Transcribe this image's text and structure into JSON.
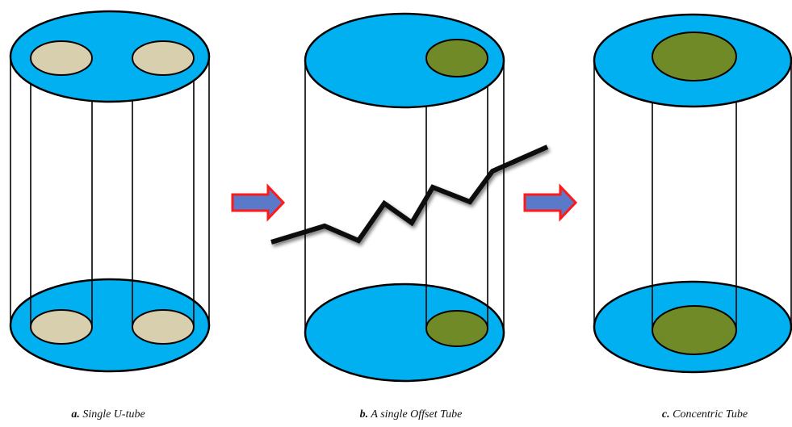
{
  "colors": {
    "cap_fill": "#00b0f0",
    "u_tube_fill": "#d8cfae",
    "tube_fill": "#6f8a26",
    "outline": "#000000",
    "arrow_fill": "#5b79c9",
    "arrow_stroke": "#ff1a1a",
    "break_line": "#111111"
  },
  "panels": [
    {
      "letter": "a.",
      "text": "Single U-tube",
      "tube_type": "u-tube"
    },
    {
      "letter": "b.",
      "text": "A single Offset Tube",
      "tube_type": "offset"
    },
    {
      "letter": "c.",
      "text": "Concentric Tube",
      "tube_type": "concentric"
    }
  ],
  "icons": [
    "right-arrow-icon",
    "right-arrow-icon",
    "zigzag-break-icon"
  ]
}
